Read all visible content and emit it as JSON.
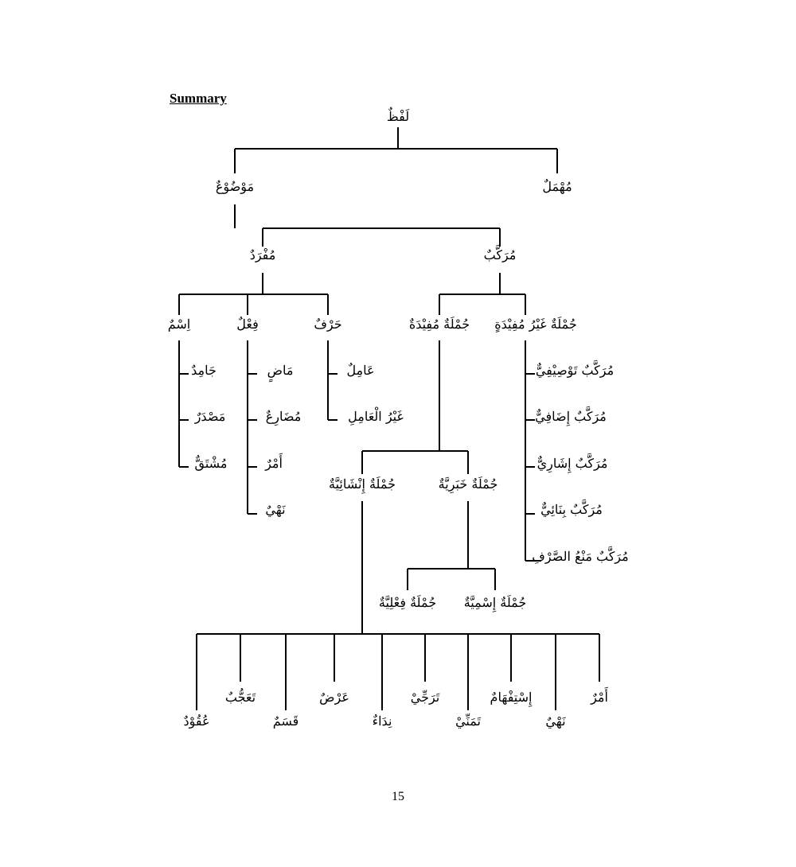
{
  "heading": "Summary",
  "page_number": "15",
  "tree": {
    "root": "لَفْظٌ",
    "muhmal": "مُهْمَلٌ",
    "mawdu": "مَوْضُوْعٌ",
    "mufrad": "مُفْرَدٌ",
    "murakkab": "مُرَكَّبٌ",
    "ism": "اِسْمٌ",
    "fil": "فِعْلٌ",
    "harf": "حَرْفٌ",
    "jamid": "جَامِدٌ",
    "masdar": "مَصْدَرٌ",
    "mushtaqq": "مُشْتَقٌّ",
    "madi": "مَاضٍ",
    "mudari": "مُضَارِعٌ",
    "amr": "أَمْرٌ",
    "nahy": "نَهْيٌ",
    "amil": "عَامِلٌ",
    "ghayr_amil": "غَيْرُ الْعَامِلِ",
    "jumla_mufida": "جُمْلَةٌ مُفِيْدَةٌ",
    "jumla_ghayr_mufida": "جُمْلَةٌ غَيْرُ مُفِيْدَةٍ",
    "tawsifi": "مُرَكَّبٌ تَوْصِيْفِيٌّ",
    "idafi": "مُرَكَّبٌ إِضَافِيٌّ",
    "ishari": "مُرَكَّبٌ إِشَارِيٌّ",
    "binai": "مُرَكَّبٌ بِنَائِيٌّ",
    "man_sarf": "مُرَكَّبٌ مَنْعُ الصَّرْفِ",
    "inshaiyya": "جُمْلَةٌ إِنْشَائِيَّةٌ",
    "khabariyya": "جُمْلَةٌ خَبَرِيَّةٌ",
    "filiyya": "جُمْلَةٌ فِعْلِيَّةٌ",
    "ismiyya": "جُمْلَةٌ إِسْمِيَّةٌ",
    "uqud": "عُقُوْدٌ",
    "taajjub": "تَعَجُّبٌ",
    "qasam": "قَسَمٌ",
    "ard": "عَرْضٌ",
    "nida": "نِدَاءٌ",
    "tarajji": "تَرَجِّيْ",
    "tamanni": "تَمَنِّيْ",
    "istifham": "إِسْتِفْهَامٌ",
    "nahy2": "نَهْيٌ",
    "amr2": "أَمْرٌ"
  }
}
